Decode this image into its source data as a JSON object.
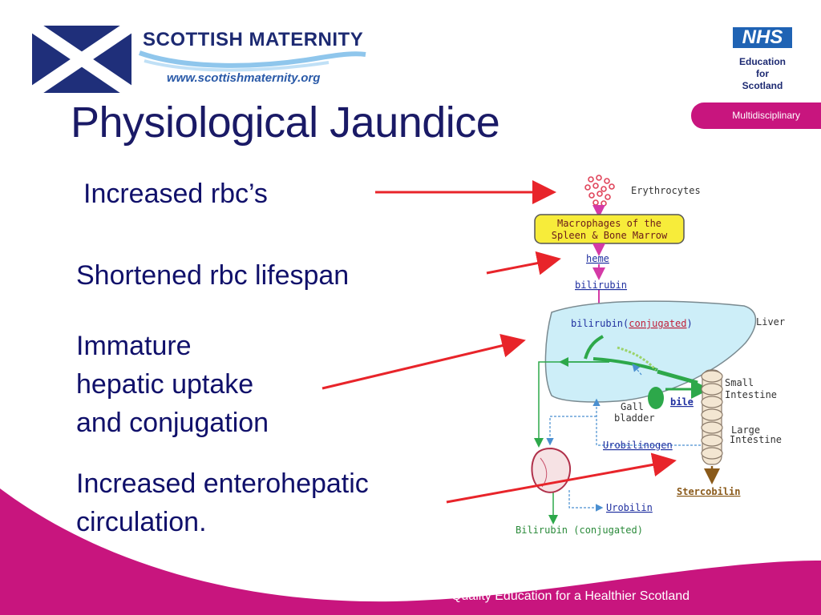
{
  "header": {
    "brand_name": "SCOTTISH MATERNITY",
    "brand_url": "www.scottishmaternity.org",
    "nhs_logo": "NHS",
    "nhs_sub": [
      "Education",
      "for",
      "Scotland"
    ],
    "tab_label": "Multidisciplinary"
  },
  "slide": {
    "title": "Physiological Jaundice",
    "bullets": [
      "Increased rbc’s",
      "Shortened rbc lifespan",
      "Immature\nhepatic uptake\nand conjugation",
      "Increased enterohepatic\ncirculation."
    ]
  },
  "diagram": {
    "erythrocytes": "Erythrocytes",
    "macrophages_line1": "Macrophages of the",
    "macrophages_line2": "Spleen & Bone Marrow",
    "heme": "heme",
    "bilirubin": "bilirubin",
    "bilirubin_liver": "bilirubin(",
    "conjugated_liver": "conjugated",
    "close_paren": ")",
    "liver": "Liver",
    "small_intestine_1": "Small",
    "small_intestine_2": "Intestine",
    "gall_bladder_1": "Gall",
    "gall_bladder_2": "bladder",
    "bile": "bile",
    "large_intestine_1": "Large",
    "large_intestine_2": "Intestine",
    "urobilinogen": "Urobilinogen",
    "stercobilin": "Stercobilin",
    "urobilin": "Urobilin",
    "bilirubin_conjugated": "Bilirubin (conjugated)"
  },
  "footer": {
    "text": "Quality Education for a Healthier Scotland"
  },
  "colors": {
    "title": "#1a1a66",
    "accent_magenta": "#c8157e",
    "arrow_red": "#e8242a",
    "nhs_blue": "#1f63b4"
  }
}
